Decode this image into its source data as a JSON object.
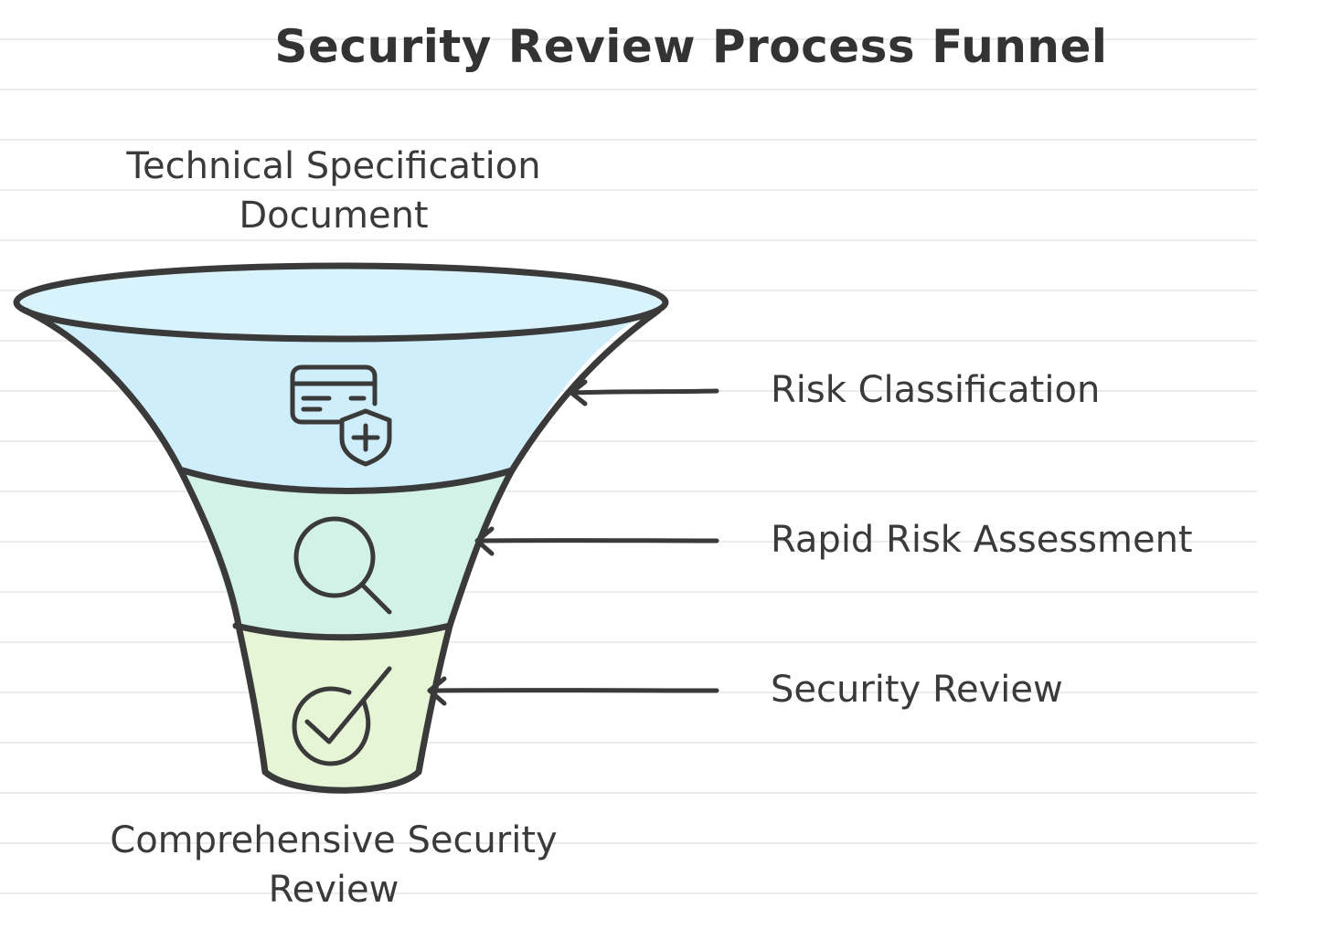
{
  "title": "Security Review Process Funnel",
  "input_label_line1": "Technical Specification",
  "input_label_line2": "Document",
  "output_label_line1": "Comprehensive Security",
  "output_label_line2": "Review",
  "stages": [
    {
      "label": "Risk Classification",
      "icon": "document-shield-icon",
      "color": "#cdeefa"
    },
    {
      "label": "Rapid Risk Assessment",
      "icon": "magnifier-icon",
      "color": "#d3f2e7"
    },
    {
      "label": "Security Review",
      "icon": "checkmark-circle-icon",
      "color": "#e6f5d6"
    }
  ],
  "colors": {
    "stroke": "#3a3a3a",
    "text": "#333333"
  }
}
